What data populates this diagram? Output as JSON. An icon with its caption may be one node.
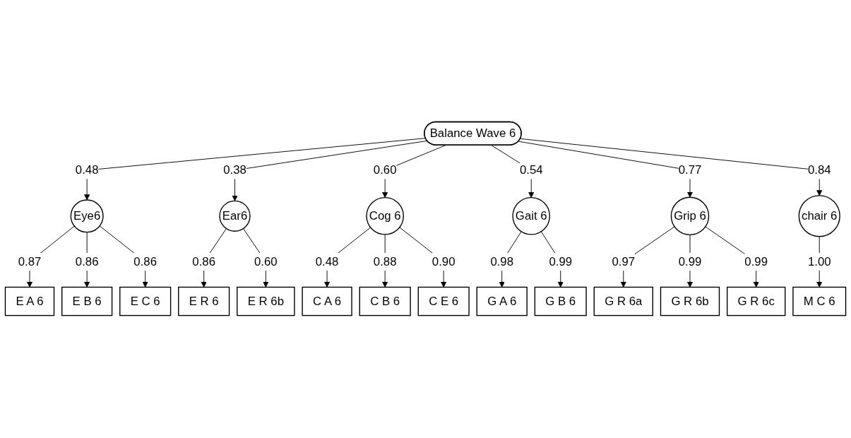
{
  "diagram": {
    "nodes": [
      {
        "text": [
          "Balance Wave 6"
        ]
      },
      {
        "text": [
          "Eye6"
        ]
      },
      {
        "text": [
          "Ear6"
        ]
      },
      {
        "text": [
          "Cog 6"
        ]
      },
      {
        "text": [
          "Gait 6"
        ]
      },
      {
        "text": [
          "Grip 6"
        ]
      },
      {
        "text": [
          "chair 6"
        ]
      },
      {
        "text": [
          "E A 6"
        ]
      },
      {
        "text": [
          "E B 6"
        ]
      },
      {
        "text": [
          "E C 6"
        ]
      },
      {
        "text": [
          "E R 6"
        ]
      },
      {
        "text": [
          "E R 6b"
        ]
      },
      {
        "text": [
          "C A 6"
        ]
      },
      {
        "text": [
          "C B 6"
        ]
      },
      {
        "text": [
          "C E 6"
        ]
      },
      {
        "text": [
          "G A 6"
        ]
      },
      {
        "text": [
          "G B 6"
        ]
      },
      {
        "text": [
          "G R 6a"
        ]
      },
      {
        "text": [
          "G R 6b"
        ]
      },
      {
        "text": [
          "G R 6c"
        ]
      },
      {
        "text": [
          "M C 6"
        ]
      }
    ],
    "edges": [
      {
        "from": 0,
        "to": 1,
        "arrow": "to",
        "label": "0.48"
      },
      {
        "from": 0,
        "to": 2,
        "arrow": "to",
        "label": "0.38"
      },
      {
        "from": 0,
        "to": 3,
        "arrow": "to",
        "label": "0.60"
      },
      {
        "from": 0,
        "to": 4,
        "arrow": "to",
        "label": "0.54"
      },
      {
        "from": 0,
        "to": 5,
        "arrow": "to",
        "label": "0.77"
      },
      {
        "from": 0,
        "to": 6,
        "arrow": "to",
        "label": "0.84"
      },
      {
        "from": 1,
        "to": 7,
        "arrow": "to",
        "label": "0.87"
      },
      {
        "from": 1,
        "to": 8,
        "arrow": "to",
        "label": "0.86"
      },
      {
        "from": 1,
        "to": 9,
        "arrow": "to",
        "label": "0.86"
      },
      {
        "from": 2,
        "to": 10,
        "arrow": "to",
        "label": "0.86"
      },
      {
        "from": 2,
        "to": 11,
        "arrow": "to",
        "label": "0.60"
      },
      {
        "from": 3,
        "to": 12,
        "arrow": "to",
        "label": "0.48"
      },
      {
        "from": 3,
        "to": 13,
        "arrow": "to",
        "label": "0.88"
      },
      {
        "from": 3,
        "to": 14,
        "arrow": "to",
        "label": "0.90"
      },
      {
        "from": 4,
        "to": 15,
        "arrow": "to",
        "label": "0.98"
      },
      {
        "from": 4,
        "to": 16,
        "arrow": "to",
        "label": "0.99"
      },
      {
        "from": 5,
        "to": 17,
        "arrow": "to",
        "label": "0.97"
      },
      {
        "from": 5,
        "to": 18,
        "arrow": "to",
        "label": "0.99"
      },
      {
        "from": 5,
        "to": 19,
        "arrow": "to",
        "label": "0.99"
      },
      {
        "from": 6,
        "to": 20,
        "arrow": "to",
        "label": "1.00"
      }
    ]
  }
}
